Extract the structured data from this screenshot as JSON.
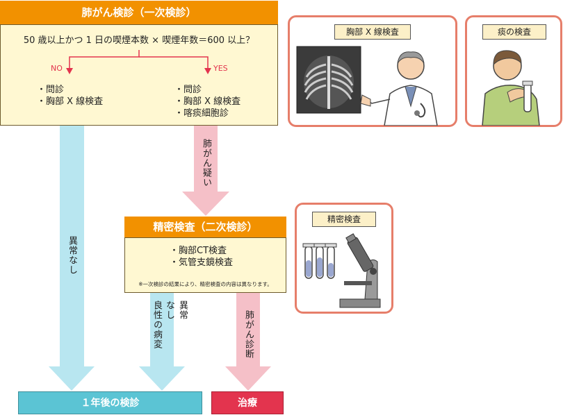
{
  "primary": {
    "title": "肺がん検診（一次検診）",
    "question": "50 歳以上かつ 1 日の喫煙本数 × 喫煙年数＝600 以上？",
    "no_label": "NO",
    "yes_label": "YES",
    "no_items": [
      "・問診",
      "・胸部 X 線検査"
    ],
    "yes_items": [
      "・問診",
      "・胸部 X 線検査",
      "・喀痰細胞診"
    ]
  },
  "secondary": {
    "title": "精密検査（二次検診）",
    "items": [
      "・胸部CT検査",
      "・気管支鏡検査"
    ],
    "note": "※一次検診の結果により、精密検査の内容は異なります。"
  },
  "flows": {
    "suspected": "肺がん疑い",
    "no_abnormality_left": "異常なし",
    "no_abnormality_mid": "異常なし",
    "benign": "良性の病変",
    "diagnosis": "肺がん診断"
  },
  "outcomes": {
    "followup": "１年後の検診",
    "treatment": "治療"
  },
  "illustrations": {
    "xray_label": "胸部 X 線検査",
    "sputum_label": "痰の検査",
    "detail_label": "精密検査"
  },
  "colors": {
    "orange": "#f29100",
    "cream": "#fff8d2",
    "blue_arrow": "#b8e6f0",
    "pink_arrow": "#f5c0c8",
    "followup_bar": "#5bc4d4",
    "treatment_bar": "#e3344e",
    "panel_border": "#e67e6a"
  }
}
